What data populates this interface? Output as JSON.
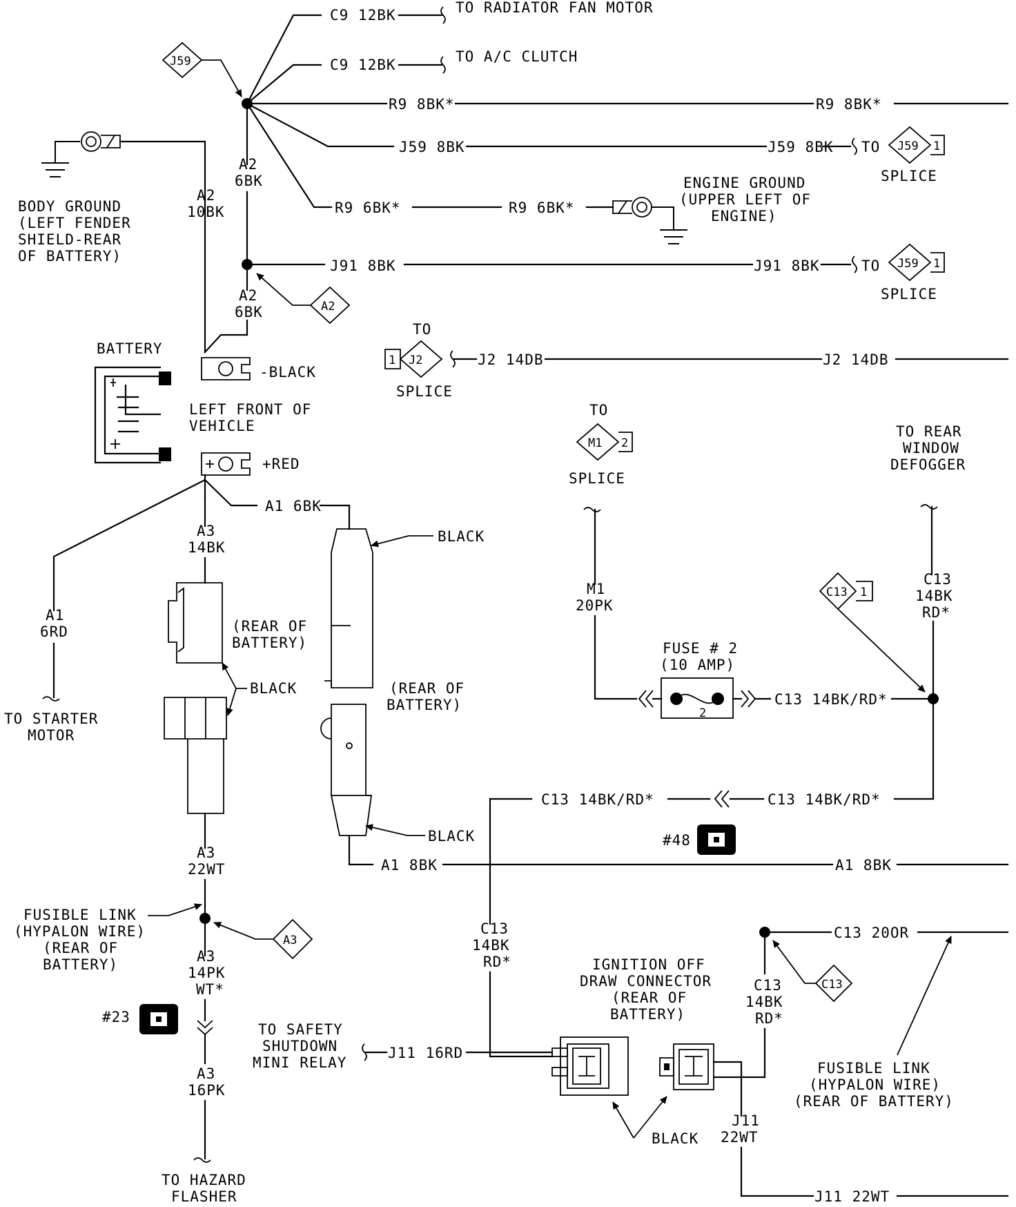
{
  "labels": {
    "c9_fan": "C9 12BK",
    "to_radiator_fan_motor": "TO RADIATOR FAN MOTOR",
    "c9_ac": "C9 12BK",
    "to_ac_clutch": "TO A/C CLUTCH",
    "j59_tag": "J59",
    "r9_8bk_left": "R9 8BK*",
    "r9_8bk_right": "R9 8BK*",
    "j59_8bk_left": "J59 8BK",
    "j59_8bk_right": "J59 8BK",
    "to_1": "TO",
    "splice_j59_a_id": "J59",
    "splice_j59_a_pin": "1",
    "splice_1": "SPLICE",
    "body_ground_l1": "BODY GROUND",
    "body_ground_l2": "(LEFT FENDER",
    "body_ground_l3": "SHIELD-REAR",
    "body_ground_l4": "OF BATTERY)",
    "a2_10bk_l1": "A2",
    "a2_10bk_l2": "10BK",
    "a2_6bk_top_l1": "A2",
    "a2_6bk_top_l2": "6BK",
    "r9_6bk_left": "R9 6BK*",
    "r9_6bk_right": "R9 6BK*",
    "engine_ground_l1": "ENGINE GROUND",
    "engine_ground_l2": "(UPPER LEFT OF",
    "engine_ground_l3": "ENGINE)",
    "j91_8bk_left": "J91 8BK",
    "j91_8bk_right": "J91 8BK",
    "to_2": "TO",
    "splice_j59_b_id": "J59",
    "splice_j59_b_pin": "1",
    "splice_2": "SPLICE",
    "a2_6bk_bot_l1": "A2",
    "a2_6bk_bot_l2": "6BK",
    "a2_tag": "A2",
    "battery": "BATTERY",
    "neg_black": "-BLACK",
    "left_front_l1": "LEFT FRONT OF",
    "left_front_l2": "VEHICLE",
    "pos_red": "+RED",
    "to_j2": "TO",
    "splice_j2_pin": "1",
    "splice_j2_id": "J2",
    "splice_j2": "SPLICE",
    "j2_14db_left": "J2 14DB",
    "j2_14db_right": "J2 14DB",
    "to_m1": "TO",
    "splice_m1_id": "M1",
    "splice_m1_pin": "2",
    "splice_m1": "SPLICE",
    "to_rear_l1": "TO REAR",
    "to_rear_l2": "WINDOW",
    "to_rear_l3": "DEFOGGER",
    "a1_6bk": "A1 6BK",
    "black_1": "BLACK",
    "a3_14bk_l1": "A3",
    "a3_14bk_l2": "14BK",
    "a1_6rd_l1": "A1",
    "a1_6rd_l2": "6RD",
    "rear_batt_1_l1": "(REAR OF",
    "rear_batt_1_l2": "BATTERY)",
    "black_2": "BLACK",
    "to_starter_l1": "TO STARTER",
    "to_starter_l2": "MOTOR",
    "rear_batt_2_l1": "(REAR OF",
    "rear_batt_2_l2": "BATTERY)",
    "m1_20pk_l1": "M1",
    "m1_20pk_l2": "20PK",
    "c13_tag_1_id": "C13",
    "c13_tag_1_pin": "1",
    "c13_14bk_rd_l1": "C13",
    "c13_14bk_rd_l2": "14BK",
    "c13_14bk_rd_l3": "RD*",
    "fuse_l1": "FUSE # 2",
    "fuse_l2": "(10 AMP)",
    "fuse_pin": "2",
    "c13_fuse_right": "C13 14BK/RD*",
    "c13_mid_left": "C13 14BK/RD*",
    "c13_mid_right": "C13 14BK/RD*",
    "black_3": "BLACK",
    "conn_48": "#48",
    "a3_22wt_l1": "A3",
    "a3_22wt_l2": "22WT",
    "a1_8bk_left": "A1 8BK",
    "a1_8bk_right": "A1 8BK",
    "fusible_a_l1": "FUSIBLE LINK",
    "fusible_a_l2": "(HYPALON WIRE)",
    "fusible_a_l3": "(REAR OF",
    "fusible_a_l4": "BATTERY)",
    "a3_tag": "A3",
    "c13_vert_l1": "C13",
    "c13_vert_l2": "14BK",
    "c13_vert_l3": "RD*",
    "c13_20or": "C13 20OR",
    "a3_14pk_l1": "A3",
    "a3_14pk_l2": "14PK",
    "a3_14pk_l3": "WT*",
    "ign_off_l1": "IGNITION OFF",
    "ign_off_l2": "DRAW CONNECTOR",
    "ign_off_l3": "(REAR OF",
    "ign_off_l4": "BATTERY)",
    "c13_tag_2": "C13",
    "c13_right_l1": "C13",
    "c13_right_l2": "14BK",
    "c13_right_l3": "RD*",
    "conn_23": "#23",
    "safety_l1": "TO SAFETY",
    "safety_l2": "SHUTDOWN",
    "safety_l3": "MINI RELAY",
    "j11_16rd": "J11 16RD",
    "a3_16pk_l1": "A3",
    "a3_16pk_l2": "16PK",
    "fusible_b_l1": "FUSIBLE LINK",
    "fusible_b_l2": "(HYPALON WIRE)",
    "fusible_b_l3": "(REAR OF BATTERY)",
    "black_4": "BLACK",
    "j11_22wt_l1": "J11",
    "j11_22wt_l2": "22WT",
    "to_hazard_l1": "TO HAZARD",
    "to_hazard_l2": "FLASHER",
    "j11_22wt_bottom": "J11 22WT"
  }
}
